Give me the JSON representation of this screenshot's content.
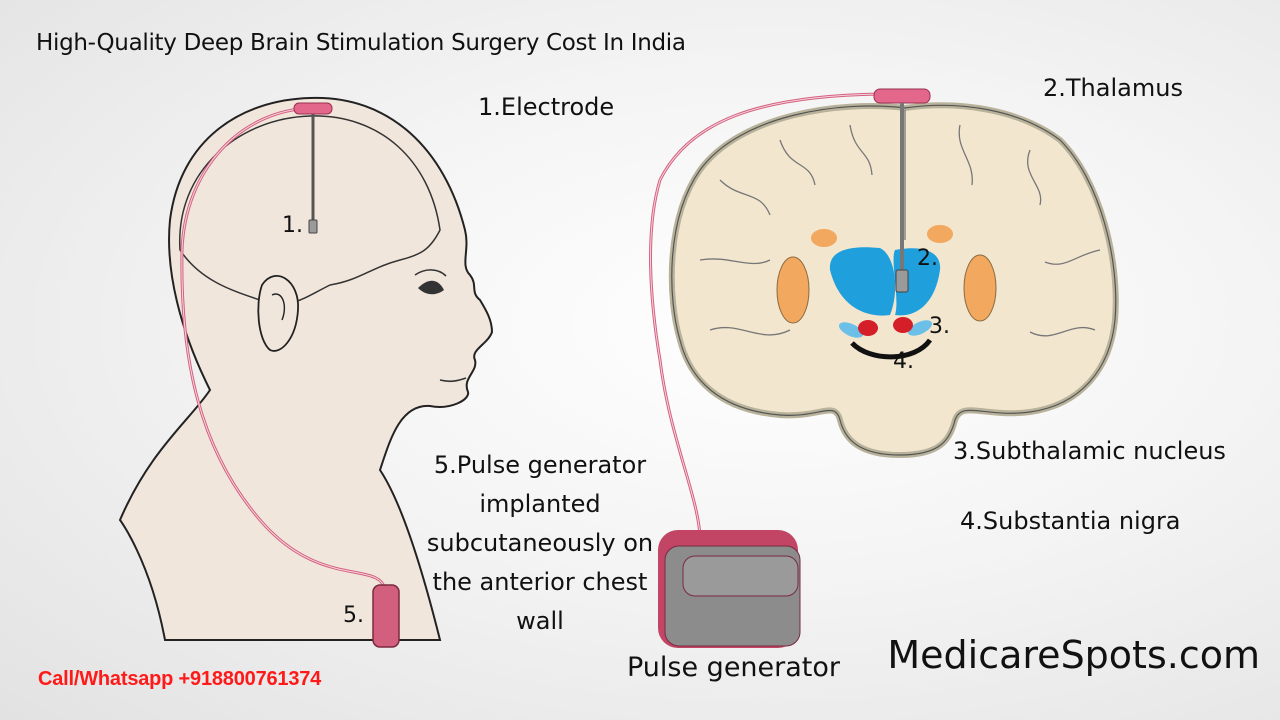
{
  "title": "High-Quality Deep Brain Stimulation Surgery Cost In India",
  "labels": {
    "electrode": "1.Electrode",
    "thalamus": "2.Thalamus",
    "subthalamic": "3.Subthalamic nucleus",
    "substantia": "4.Substantia nigra",
    "pulse_desc": "5.Pulse generator implanted subcutaneously on the anterior chest wall",
    "pulse_generator": "Pulse generator"
  },
  "markers": {
    "head_1": "1.",
    "head_5": "5.",
    "brain_2": "2.",
    "brain_3": "3.",
    "brain_4": "4."
  },
  "footer": {
    "website": "MedicareSpots.com",
    "contact": "Call/Whatsapp +918800761374"
  },
  "colors": {
    "contact_red": "#ff1a1a",
    "lead_pink": "#d4607f",
    "thalamus_blue": "#1fa0dc",
    "nucleus_red": "#d51f28",
    "putamen_orange": "#f2a85e",
    "tissue_cream": "#f3e6cf",
    "skin": "#f1e6dc"
  }
}
